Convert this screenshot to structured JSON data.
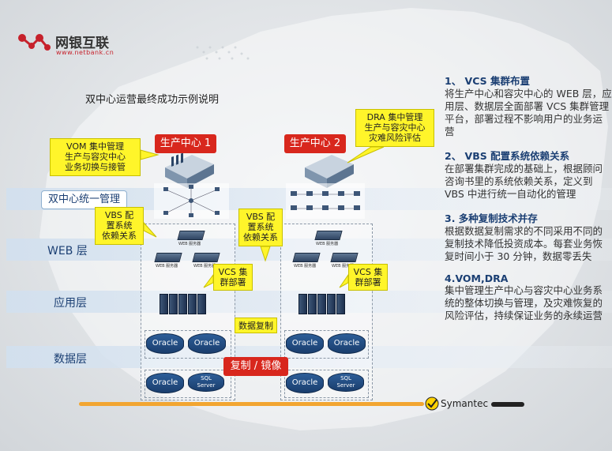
{
  "logo": {
    "name": "网银互联",
    "url": "www.netbank.cn"
  },
  "title": "双中心运营最终成功示例说明",
  "lanes": {
    "mgmt": "双中心统一管理",
    "web": "WEB 层",
    "app": "应用层",
    "data": "数据层"
  },
  "centers": {
    "center1": "生产中心 1",
    "center2": "生产中心 2"
  },
  "callouts": {
    "vom": "VOM 集中管理\n生产与容灾中心\n业务切换与接管",
    "dra": "DRA 集中管理\n生产与容灾中心\n灾难风险评估",
    "vbs1": "VBS 配\n置系统\n依赖关系",
    "vbs2": "VBS 配\n置系统\n依赖关系",
    "vcs1": "VCS 集\n群部署",
    "vcs2": "VCS 集\n群部署",
    "datarep": "数据复制"
  },
  "replication": "复制 / 镜像",
  "web_server_label": "WEB 服务器",
  "db": {
    "oracle": "Oracle",
    "sql_line1": "SQL",
    "sql_line2": "Server"
  },
  "panel": [
    {
      "head": "1、 VCS 集群布置",
      "body": "将生产中心和容灾中心的 WEB 层，应用层、数据层全面部署 VCS 集群管理平台，部署过程不影响用户的业务运营"
    },
    {
      "head": "2、 VBS 配置系统依赖关系",
      "body": "在部署集群完成的基础上，根据顾问咨询书里的系统依赖关系，定义到 VBS 中进行统一自动化的管理"
    },
    {
      "head": "3. 多种复制技术并存",
      "body": "根据数据复制需求的不同采用不同的复制技术降低投资成本。每套业务恢复时间小于 30 分钟，数据零丢失"
    },
    {
      "head": "4.VOM,DRA",
      "body": "集中管理生产中心与容灾中心业务系统的整体切换与管理，及灾难恢复的风险评估，持续保证业务的永续运营"
    }
  ],
  "vendor": "Symantec",
  "colors": {
    "accent_red": "#d8271d",
    "callout_yellow": "#fff52a",
    "heading_blue": "#1b3f73",
    "bar_orange": "#f2a531"
  }
}
